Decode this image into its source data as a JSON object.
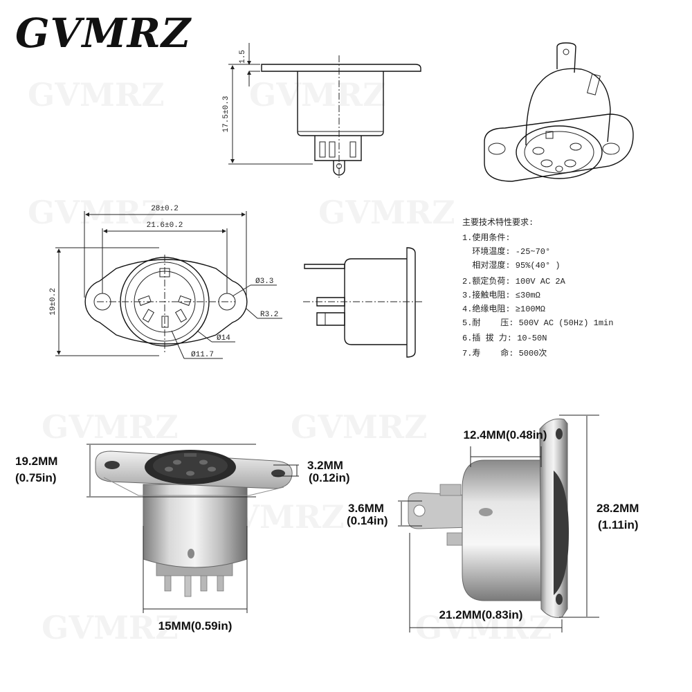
{
  "brand": "GVMRZ",
  "drawing": {
    "dim_flange_thickness": "1.5",
    "dim_height": "17.5±0.3",
    "dim_overall_width": "28±0.2",
    "dim_hole_spacing": "21.6±0.2",
    "dim_overall_height": "19±0.2",
    "dim_hole_dia": "Ø3.3",
    "dim_radius": "R3.2",
    "dim_body_dia": "Ø14",
    "dim_inner_dia": "Ø11.7"
  },
  "specs": {
    "title": "主要技术特性要求:",
    "lines": [
      "1.使用条件:",
      "  环境温度: -25~70°",
      "  相对湿度: 95%(40° )",
      "2.额定负荷: 100V AC 2A",
      "3.接触电阻: ≤30mΩ",
      "4.绝缘电阻: ≥100MΩ",
      "5.耐    压: 500V AC (50Hz) 1min",
      "6.插 拔 力: 10-50N",
      "7.寿    命: 5000次"
    ]
  },
  "photo_dims": {
    "front_height_mm": "19.2MM",
    "front_height_in": "(0.75in)",
    "flange_mm": "3.2MM",
    "flange_in": "(0.12in)",
    "body_width": "15MM(0.59in)",
    "side_body_dia": "12.4MM(0.48in)",
    "tab_mm": "3.6MM",
    "tab_in": "(0.14in)",
    "side_height_mm": "28.2MM",
    "side_height_in": "(1.11in)",
    "side_length": "21.2MM(0.83in)"
  }
}
